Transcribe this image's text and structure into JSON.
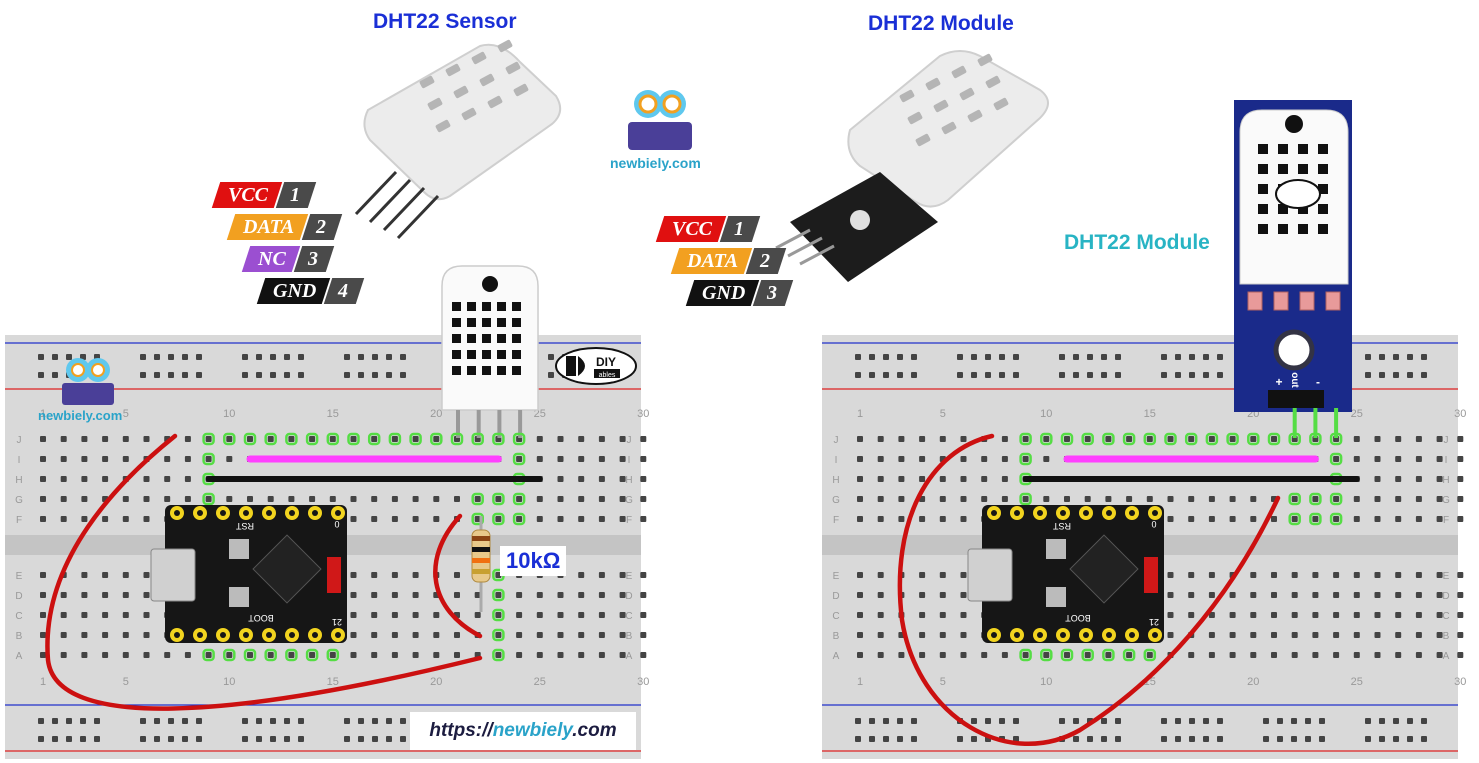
{
  "titles": {
    "sensor": "DHT22 Sensor",
    "module": "DHT22 Module",
    "module_label": "DHT22 Module"
  },
  "brand": {
    "top": "newbiely.com",
    "breadboard": "newbiely.com",
    "url_prefix": "https://",
    "url_name": "newbiely",
    "url_suffix": ".com",
    "diy_top": "DIY",
    "diy_bottom": "ables"
  },
  "sensor_pins": [
    {
      "name": "VCC",
      "num": "1",
      "color": "#e01010"
    },
    {
      "name": "DATA",
      "num": "2",
      "color": "#f2a020"
    },
    {
      "name": "NC",
      "num": "3",
      "color": "#9b4fd1"
    },
    {
      "name": "GND",
      "num": "4",
      "color": "#111111"
    }
  ],
  "module_pins": [
    {
      "name": "VCC",
      "num": "1",
      "color": "#e01010"
    },
    {
      "name": "DATA",
      "num": "2",
      "color": "#f2a020"
    },
    {
      "name": "GND",
      "num": "3",
      "color": "#111111"
    }
  ],
  "resistor": "10kΩ",
  "module_pin_marks": {
    "plus": "+",
    "out": "out",
    "minus": "-"
  },
  "board_labels": {
    "rst": "RST",
    "boot": "BOOT",
    "io21": "21",
    "io0": "0"
  },
  "breadboard": {
    "col_numbers": [
      "1",
      "5",
      "10",
      "15",
      "20",
      "25",
      "30"
    ],
    "row_letters_top": [
      "J",
      "I",
      "H",
      "G",
      "F"
    ],
    "row_letters_bottom": [
      "E",
      "D",
      "C",
      "B",
      "A"
    ]
  },
  "colors": {
    "title": "#1a2fd6",
    "wire_red": "#cc1010",
    "wire_magenta": "#ff40ff",
    "wire_black": "#111111",
    "highlight": "#55dd44"
  }
}
